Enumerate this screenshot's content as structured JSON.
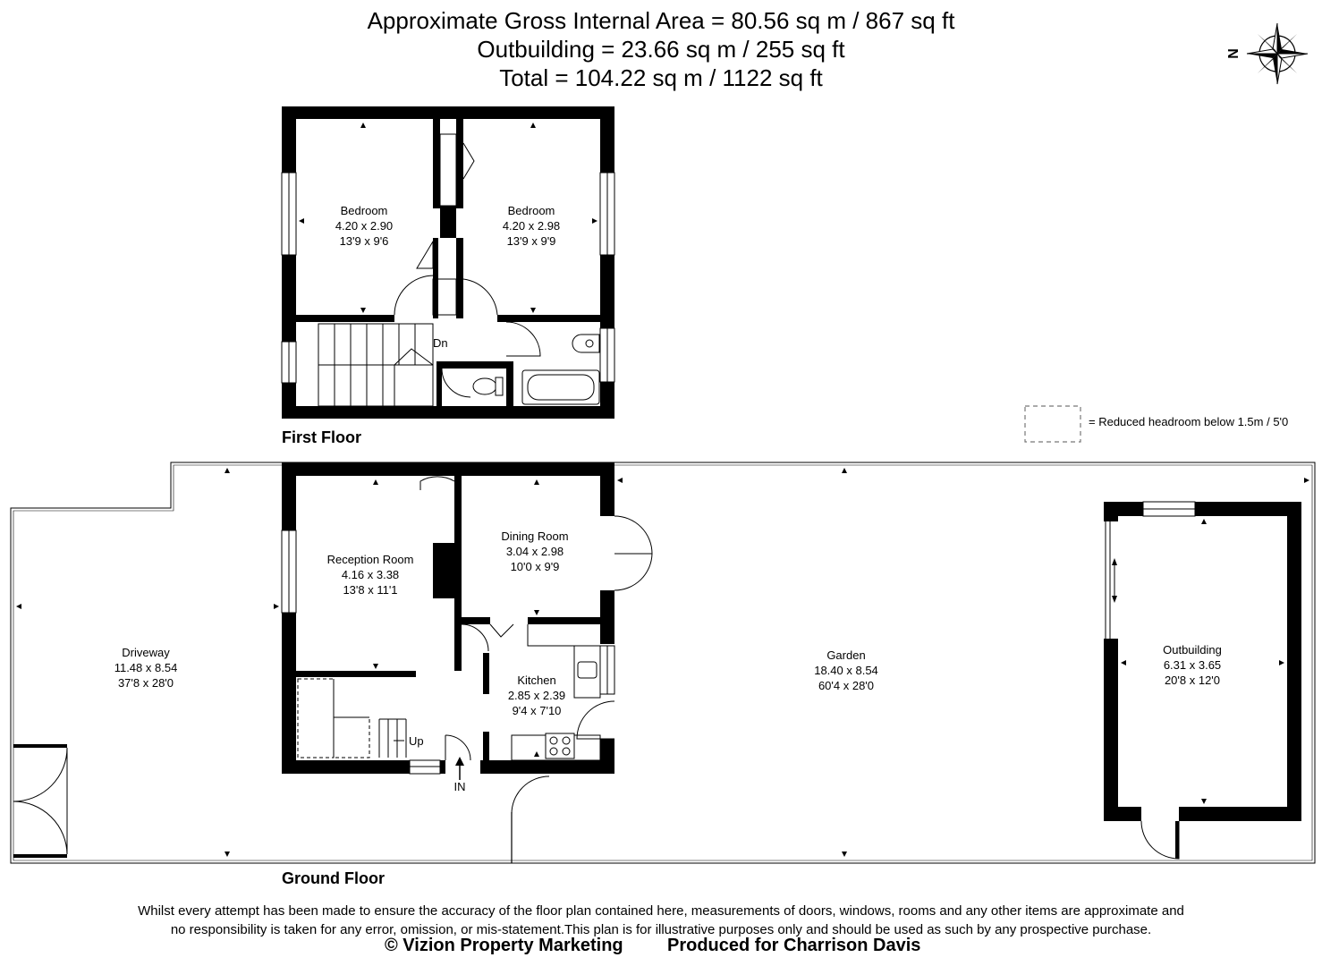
{
  "header": {
    "line1": "Approximate Gross Internal Area = 80.56 sq m / 867 sq ft",
    "line2": "Outbuilding = 23.66 sq m / 255 sq ft",
    "line3": "Total = 104.22 sq m / 1122 sq ft"
  },
  "compass": {
    "label": "N"
  },
  "legend": {
    "text": "= Reduced headroom below 1.5m / 5'0"
  },
  "first_floor": {
    "title": "First Floor",
    "rooms": [
      {
        "name": "Bedroom",
        "metric": "4.20 x 2.90",
        "imperial": "13'9 x 9'6"
      },
      {
        "name": "Bedroom",
        "metric": "4.20 x 2.98",
        "imperial": "13'9 x 9'9"
      }
    ],
    "stairs_label": "Dn"
  },
  "ground_floor": {
    "title": "Ground Floor",
    "rooms": [
      {
        "name": "Reception Room",
        "metric": "4.16 x 3.38",
        "imperial": "13'8 x 11'1"
      },
      {
        "name": "Dining Room",
        "metric": "3.04 x 2.98",
        "imperial": "10'0 x 9'9"
      },
      {
        "name": "Kitchen",
        "metric": "2.85 x 2.39",
        "imperial": "9'4 x 7'10"
      },
      {
        "name": "Driveway",
        "metric": "11.48 x 8.54",
        "imperial": "37'8 x 28'0"
      },
      {
        "name": "Garden",
        "metric": "18.40 x 8.54",
        "imperial": "60'4 x 28'0"
      },
      {
        "name": "Outbuilding",
        "metric": "6.31 x 3.65",
        "imperial": "20'8 x 12'0"
      }
    ],
    "stairs_label": "Up",
    "entrance_label": "IN"
  },
  "footer": {
    "disclaimer_line1": "Whilst every attempt has been made to ensure the accuracy of the floor plan contained here, measurements of doors, windows, rooms and any other items are approximate and",
    "disclaimer_line2": "no responsibility is taken for any error, omission, or mis-statement.This plan is for illustrative purposes only and should be used as such by any prospective purchase.",
    "copyright": "© Vizion Property Marketing",
    "produced_for": "Produced for Charrison Davis"
  }
}
